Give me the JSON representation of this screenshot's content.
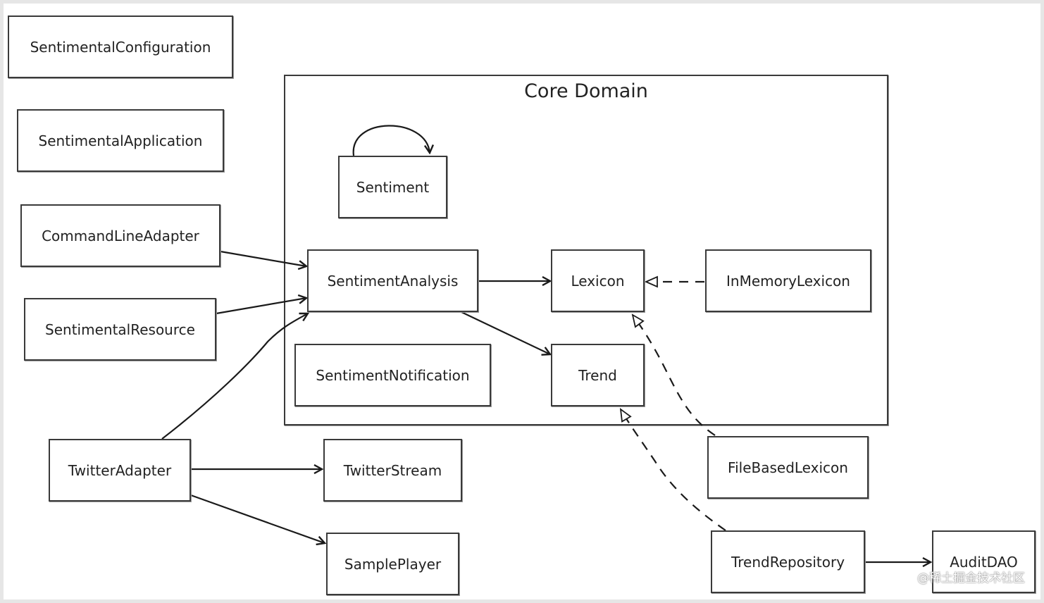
{
  "diagram": {
    "container_title": "Core Domain",
    "boxes": {
      "sentimental_configuration": "SentimentalConfiguration",
      "sentimental_application": "SentimentalApplication",
      "command_line_adapter": "CommandLineAdapter",
      "sentimental_resource": "SentimentalResource",
      "twitter_adapter": "TwitterAdapter",
      "twitter_stream": "TwitterStream",
      "sample_player": "SamplePlayer",
      "sentiment": "Sentiment",
      "sentiment_analysis": "SentimentAnalysis",
      "sentiment_notification": "SentimentNotification",
      "lexicon": "Lexicon",
      "trend": "Trend",
      "in_memory_lexicon": "InMemoryLexicon",
      "file_based_lexicon": "FileBasedLexicon",
      "trend_repository": "TrendRepository",
      "audit_dao": "AuditDAO"
    },
    "edges": [
      {
        "from": "CommandLineAdapter",
        "to": "SentimentAnalysis",
        "style": "solid"
      },
      {
        "from": "SentimentalResource",
        "to": "SentimentAnalysis",
        "style": "solid"
      },
      {
        "from": "TwitterAdapter",
        "to": "SentimentAnalysis",
        "style": "solid"
      },
      {
        "from": "TwitterAdapter",
        "to": "TwitterStream",
        "style": "solid"
      },
      {
        "from": "TwitterAdapter",
        "to": "SamplePlayer",
        "style": "solid"
      },
      {
        "from": "Sentiment",
        "to": "Sentiment",
        "style": "solid"
      },
      {
        "from": "SentimentAnalysis",
        "to": "Lexicon",
        "style": "solid"
      },
      {
        "from": "SentimentAnalysis",
        "to": "Trend",
        "style": "solid"
      },
      {
        "from": "InMemoryLexicon",
        "to": "Lexicon",
        "style": "dashed-realization"
      },
      {
        "from": "FileBasedLexicon",
        "to": "Lexicon",
        "style": "dashed-realization"
      },
      {
        "from": "TrendRepository",
        "to": "Trend",
        "style": "dashed-realization"
      },
      {
        "from": "TrendRepository",
        "to": "AuditDAO",
        "style": "solid"
      }
    ]
  },
  "watermark": "@稀土掘金技术社区",
  "colors": {
    "line": "#1a1a1a",
    "border": "#3a3a3a",
    "background": "#ffffff"
  }
}
